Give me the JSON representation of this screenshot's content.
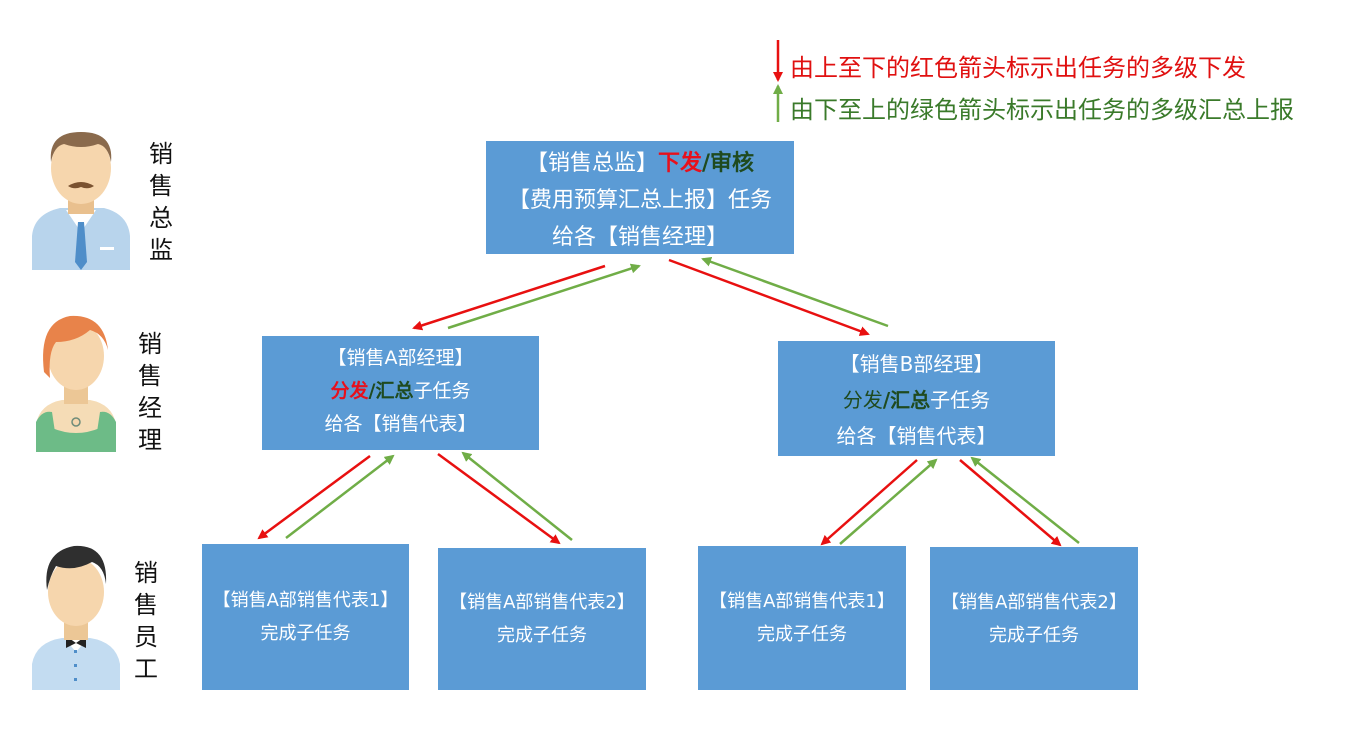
{
  "legend": {
    "red": "由上至下的红色箭头标示出任务的多级下发",
    "green": "由下至上的绿色箭头标示出任务的多级汇总上报"
  },
  "roles": {
    "director": [
      "销",
      "售",
      "总",
      "监"
    ],
    "manager": [
      "销",
      "售",
      "经",
      "理"
    ],
    "staff": [
      "销",
      "售",
      "员",
      "工"
    ]
  },
  "top_box": {
    "line1_prefix": "【销售总监】",
    "line1_red": "下发",
    "line1_slash": "/",
    "line1_dark": "审核",
    "line2": "【费用预算汇总上报】任务",
    "line3": "给各【销售经理】"
  },
  "manager_a": {
    "line1": "【销售A部经理】",
    "line2_red": "分发",
    "line2_slash": "/",
    "line2_dark": "汇总",
    "line2_suffix": "子任务",
    "line3": "给各【销售代表】"
  },
  "manager_b": {
    "line1": "【销售B部经理】",
    "line2_plain": "分发",
    "line2_slash": "/",
    "line2_dark": "汇总",
    "line2_suffix": "子任务",
    "line3": "给各【销售代表】"
  },
  "reps": [
    {
      "title": "【销售A部销售代表1】",
      "task": "完成子任务"
    },
    {
      "title": "【销售A部销售代表2】",
      "task": "完成子任务"
    },
    {
      "title": "【销售A部销售代表1】",
      "task": "完成子任务"
    },
    {
      "title": "【销售A部销售代表2】",
      "task": "完成子任务"
    }
  ],
  "colors": {
    "box": "#5b9bd5",
    "red_arrow": "#e81010",
    "green_arrow": "#70ad47"
  }
}
